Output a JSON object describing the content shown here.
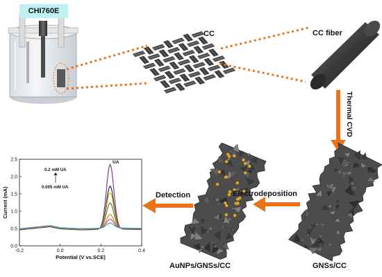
{
  "instrument": {
    "label": "CHI760E"
  },
  "labels": {
    "cc": "CC",
    "cc_fiber": "CC fiber",
    "thermal_cvd": "Thermal CVD",
    "electrodeposition": "Electrodeposition",
    "detection": "Detection",
    "gns_cc": "GNSs/CC",
    "au_gns_cc": "AuNPs/GNSs/CC"
  },
  "colors": {
    "arrow": "#e8731a",
    "dotted": "#e8731a",
    "cell_cap": "#e6e6e6",
    "fiber": "#3c3c3c",
    "electrode": "#5a5a5a",
    "gold": "#e0a82e"
  },
  "chart_data": {
    "type": "line",
    "xlabel": "Potential (V vs.SCE)",
    "ylabel": "Current (mA)",
    "xlim": [
      -0.2,
      0.4
    ],
    "ylim": [
      0.0,
      2.5
    ],
    "xticks": [
      "-0.2",
      "0.0",
      "0.2",
      "0.4"
    ],
    "yticks": [
      "0.0",
      "0.5",
      "1.0",
      "1.5",
      "2.0",
      "2.5"
    ],
    "annotations": [
      "0.2 mM UA",
      "0.005 mM UA",
      "UA"
    ],
    "series": [
      {
        "color": "#7b2a8c",
        "peak_x": 0.245,
        "peak_y": 2.35
      },
      {
        "color": "#1b1b3a",
        "peak_x": 0.245,
        "peak_y": 1.72
      },
      {
        "color": "#c9b400",
        "peak_x": 0.245,
        "peak_y": 1.52
      },
      {
        "color": "#3a7a2a",
        "peak_x": 0.245,
        "peak_y": 1.22
      },
      {
        "color": "#e07a1f",
        "peak_x": 0.245,
        "peak_y": 0.88
      },
      {
        "color": "#c43c8a",
        "peak_x": 0.245,
        "peak_y": 0.74
      },
      {
        "color": "#2f9fcf",
        "peak_x": 0.245,
        "peak_y": 0.62
      }
    ],
    "baseline": [
      [
        -0.2,
        0.46
      ],
      [
        -0.1,
        0.52
      ],
      [
        -0.05,
        0.55
      ],
      [
        0.0,
        0.49
      ],
      [
        0.1,
        0.46
      ],
      [
        0.18,
        0.47
      ],
      [
        0.3,
        0.48
      ],
      [
        0.4,
        0.47
      ]
    ]
  }
}
